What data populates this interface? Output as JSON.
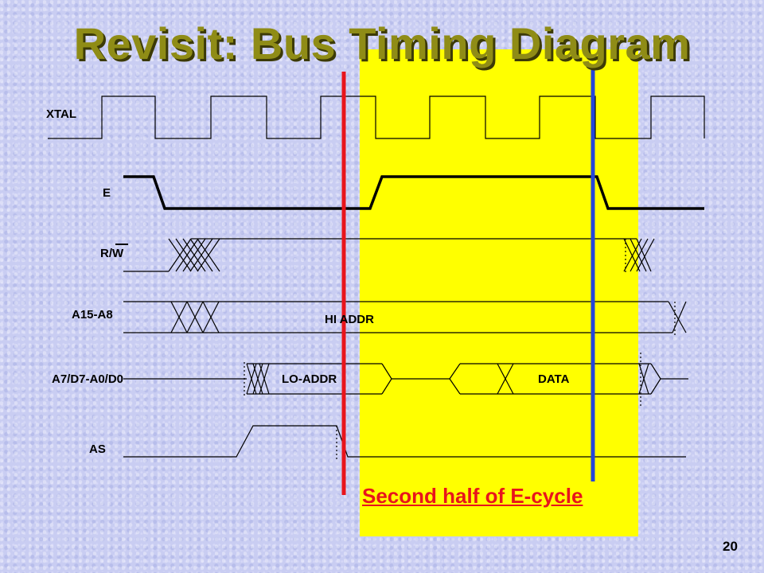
{
  "title": "Revisit: Bus Timing Diagram",
  "signals": {
    "xtal": "XTAL",
    "e": "E",
    "rw": "R/W",
    "addr_hi": "A15-A8",
    "addr_lo": "A7/D7-A0/D0",
    "as": "AS"
  },
  "bus_labels": {
    "hi_addr": "HI ADDR",
    "lo_addr": "LO-ADDR",
    "data": "DATA"
  },
  "caption": "Second half of E-cycle",
  "page_number": "20",
  "colors": {
    "background": "#c9cdf2",
    "highlight": "#ffff00",
    "title": "#8f8c16",
    "red_marker": "#e8141c",
    "blue_marker": "#2546d9",
    "caption": "#e8141c"
  }
}
